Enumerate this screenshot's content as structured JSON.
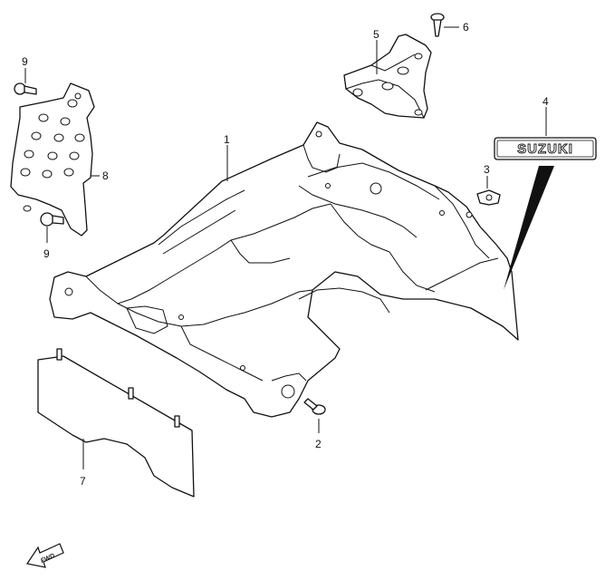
{
  "diagram": {
    "callouts": [
      "1",
      "2",
      "3",
      "4",
      "5",
      "6",
      "7",
      "8",
      "9",
      "9"
    ],
    "emblem_text": "SUZUKI",
    "direction_text": "FWD",
    "colors": {
      "line": "#111111",
      "background": "#ffffff"
    }
  }
}
